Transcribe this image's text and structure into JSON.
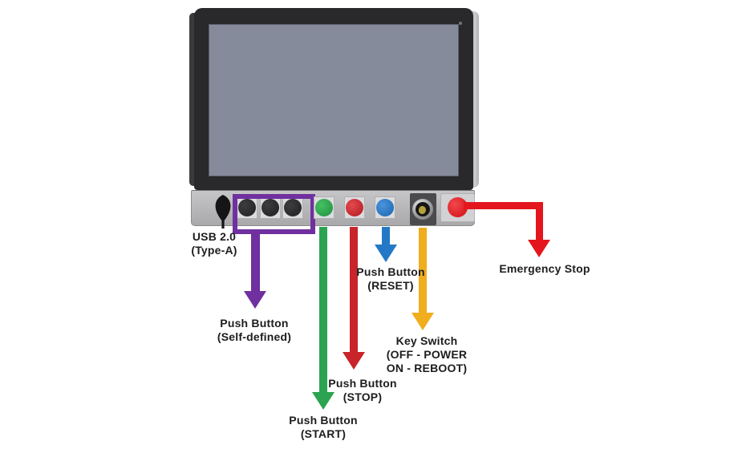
{
  "diagram": {
    "subject": "Industrial panel PC front view with push buttons and ports",
    "device": "panel-pc"
  },
  "colors": {
    "purple": "#7030a0",
    "green": "#2ba351",
    "red": "#c8242a",
    "blue": "#2379c6",
    "yellow": "#f0ad1d",
    "emergency_red": "#e4161d",
    "bezel": "#29292b",
    "screen": "#868b9c",
    "strip": "#b5b5b7"
  },
  "callouts": {
    "usb": {
      "lines": [
        "USB 2.0",
        "(Type-A)"
      ]
    },
    "self_defined": {
      "lines": [
        "Push Button",
        "(Self-defined)"
      ],
      "arrow_color": "#7030a0"
    },
    "start": {
      "lines": [
        "Push Button",
        "(START)"
      ],
      "arrow_color": "#2ba351"
    },
    "stop": {
      "lines": [
        "Push Button",
        "(STOP)"
      ],
      "arrow_color": "#c8242a"
    },
    "reset": {
      "lines": [
        "Push Button",
        "(RESET)"
      ],
      "arrow_color": "#2379c6"
    },
    "key_switch": {
      "lines": [
        "Key Switch",
        "(OFF - POWER",
        "ON - REBOOT)"
      ],
      "arrow_color": "#f0ad1d"
    },
    "emergency": {
      "lines": [
        "Emergency Stop"
      ],
      "arrow_color": "#e4161d"
    }
  }
}
